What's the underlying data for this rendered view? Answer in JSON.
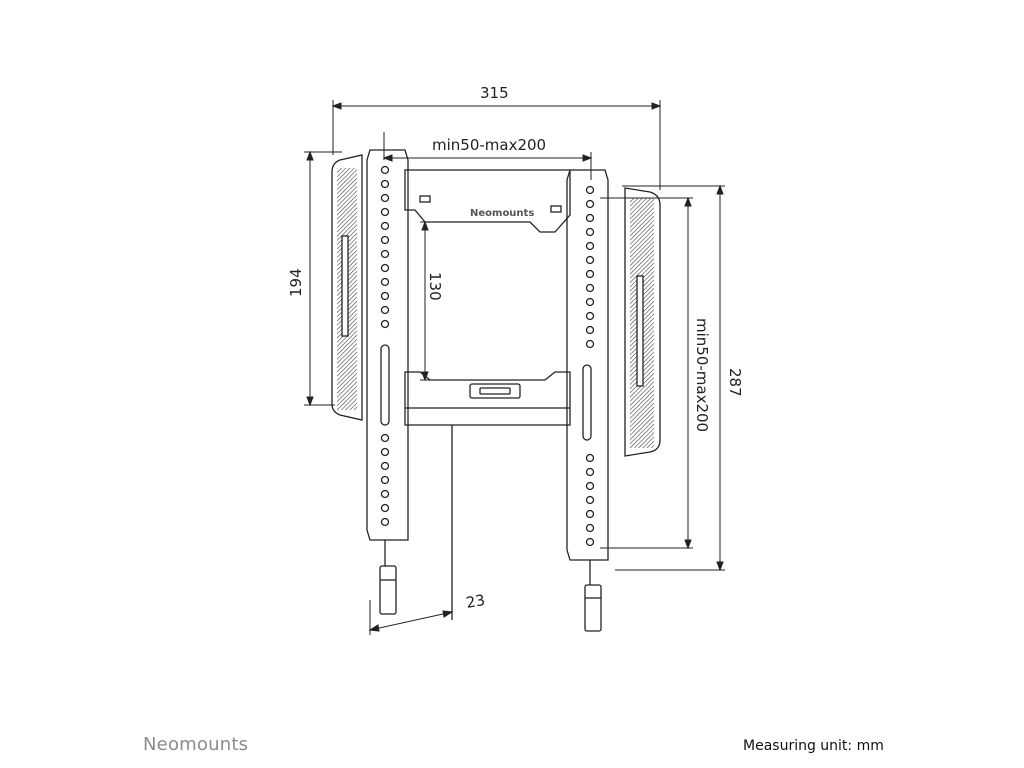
{
  "product_brand": "Neomounts",
  "dimensions": {
    "overall_width": "315",
    "vesa_horizontal": "min50-max200",
    "bracket_height": "194",
    "inner_height": "130",
    "vesa_vertical": "min50-max200",
    "overall_height": "287",
    "wall_distance": "23"
  },
  "footer": {
    "brand": "Neomounts",
    "measuring_unit": "Measuring unit: mm"
  },
  "colors": {
    "line": "#222222",
    "footer_brand": "#8c8c8c"
  }
}
